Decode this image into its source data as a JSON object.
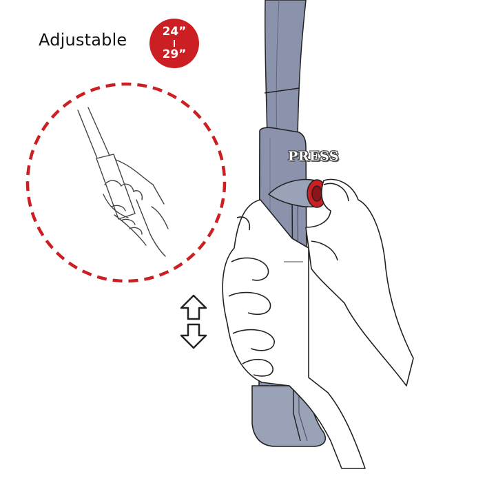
{
  "header": {
    "title": "Adjustable",
    "badge": {
      "min": "24”",
      "max": "29”"
    }
  },
  "illustration": {
    "press_label": "PRESS",
    "colors": {
      "accent_red": "#cc1f24",
      "handle_blue": "#8a93ab",
      "outline": "#222222"
    },
    "icons": [
      "up-arrow-icon",
      "down-arrow-icon"
    ]
  }
}
